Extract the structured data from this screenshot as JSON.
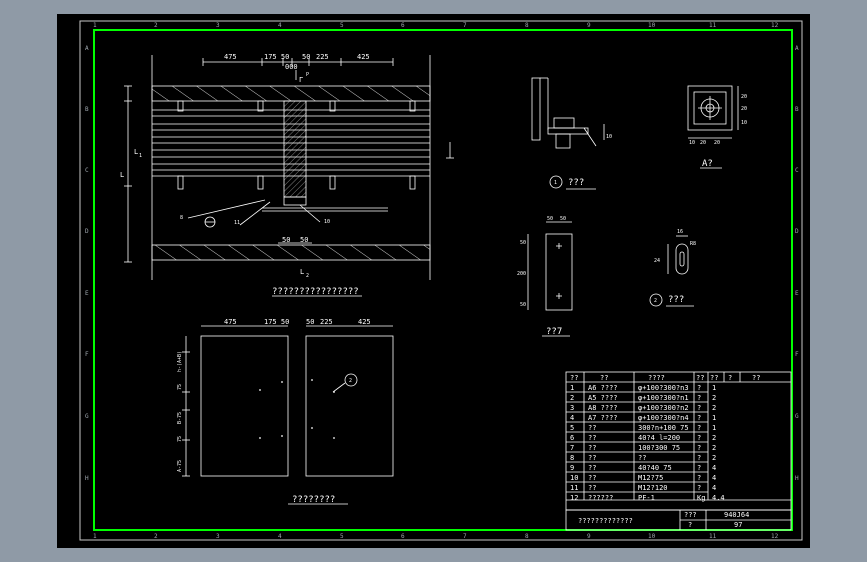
{
  "colors": {
    "background": "#8f9aa6",
    "sheet": "#000000",
    "frame": "#00ff00",
    "lines": "#ffffff",
    "ruler": "#9fa7ae"
  },
  "ruler": {
    "columns": [
      "1",
      "2",
      "3",
      "4",
      "5",
      "6",
      "7",
      "8",
      "9",
      "10",
      "11",
      "12"
    ],
    "rows": [
      "A",
      "B",
      "C",
      "D",
      "E",
      "F",
      "G",
      "H"
    ]
  },
  "main_view": {
    "dims_top": [
      "475",
      "175 50",
      "50",
      "225",
      "425"
    ],
    "dim_center_top": "000",
    "mark_top": "Γ",
    "mark_top_sub": "P",
    "label_L": "L",
    "label_L1": "L",
    "label_L1_sub": "1",
    "label_L2": "L",
    "label_L2_sub": "2",
    "callouts": [
      "8",
      "11",
      "10"
    ],
    "dims_bottom": [
      "50",
      "50"
    ],
    "caption": "????????????????"
  },
  "detail1": {
    "caption": "???",
    "marker": "1",
    "side_label": "10"
  },
  "view_a": {
    "dims": [
      "10",
      "20",
      "20"
    ],
    "side_dims": [
      "20",
      "20",
      "10"
    ],
    "caption": "A?"
  },
  "plate": {
    "dims_top": [
      "50",
      "50"
    ],
    "dims_side": [
      "50",
      "200",
      "50"
    ],
    "caption": "??7"
  },
  "detail2": {
    "caption": "???",
    "marker": "2",
    "dim_top": "16",
    "dim_right": "R8",
    "dim_left": "24"
  },
  "bottom_view": {
    "dims_left": [
      "475",
      "175 50"
    ],
    "dims_right": [
      "50",
      "225",
      "425"
    ],
    "side_dims": [
      "A-75",
      "75",
      "B-75",
      "75",
      "h-(A+B)"
    ],
    "callout": "2",
    "caption": "????????"
  },
  "bom": {
    "headers": [
      "??",
      "??",
      "????",
      "??",
      "??",
      "?",
      "??"
    ],
    "rows": [
      [
        "1",
        "A6 ????",
        "φ+100?300?n3",
        "?",
        "1",
        ""
      ],
      [
        "2",
        "A5 ????",
        "φ+100?300?n1",
        "?",
        "2",
        ""
      ],
      [
        "3",
        "A8 ????",
        "φ+100?300?n2",
        "?",
        "2",
        ""
      ],
      [
        "4",
        "A7 ????",
        "φ+100?300?n4",
        "?",
        "1",
        ""
      ],
      [
        "5",
        "??",
        "300?n+100  75",
        "?",
        "1",
        ""
      ],
      [
        "6",
        "??",
        "40?4  l=200",
        "?",
        "2",
        ""
      ],
      [
        "7",
        "??",
        "100?300  75",
        "?",
        "2",
        ""
      ],
      [
        "8",
        "??",
        "??",
        "?",
        "2",
        ""
      ],
      [
        "9",
        "??",
        "40?40  75",
        "?",
        "4",
        ""
      ],
      [
        "10",
        "??",
        "M12?75",
        "?",
        "4",
        ""
      ],
      [
        "11",
        "??",
        "M12?120",
        "?",
        "4",
        ""
      ],
      [
        "12",
        "??????",
        "PF-1",
        "Kg",
        "4.4",
        ""
      ]
    ],
    "title": "?????????????",
    "title_cells": [
      "???",
      "940J64",
      "?",
      "97"
    ]
  }
}
